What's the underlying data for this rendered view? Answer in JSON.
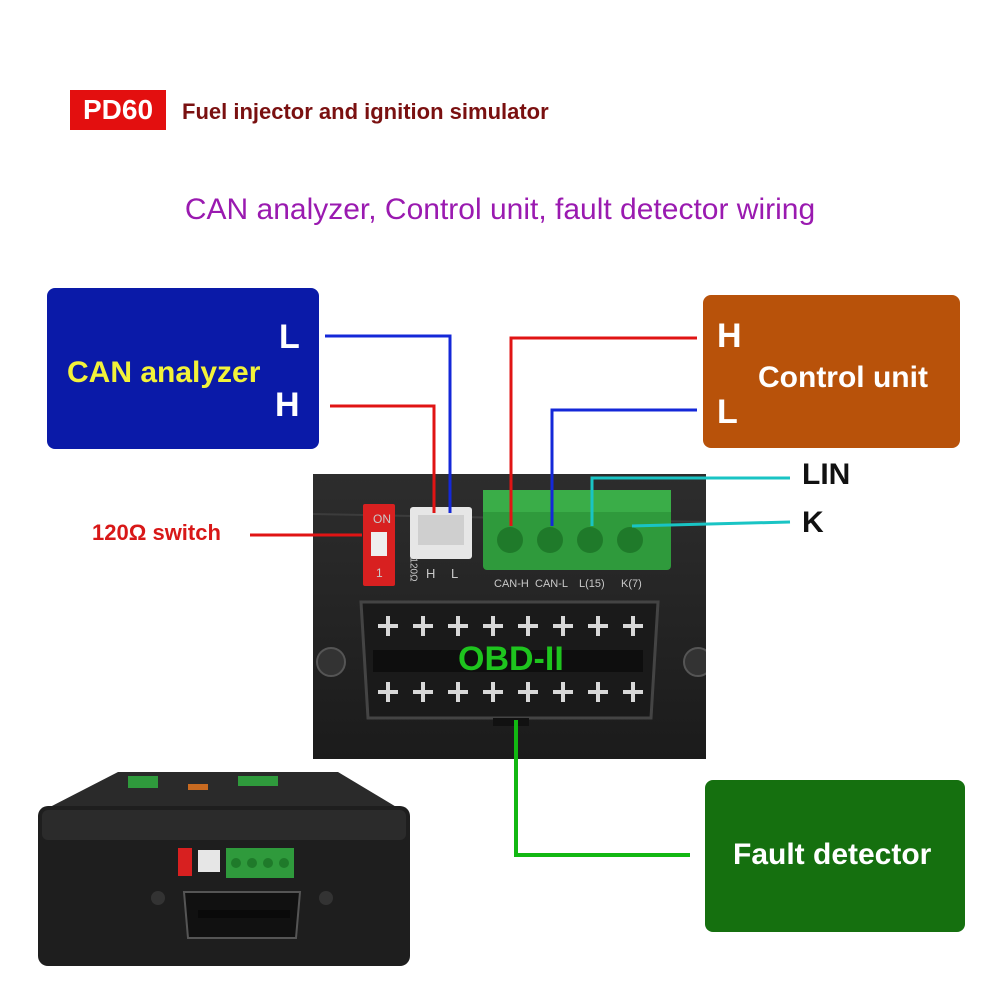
{
  "header": {
    "model_badge": "PD60",
    "subtitle": "Fuel injector and ignition simulator"
  },
  "heading": "CAN analyzer, Control unit, fault detector wiring",
  "can_analyzer": {
    "title": "CAN analyzer",
    "pin_top": "L",
    "pin_bottom": "H"
  },
  "control_unit": {
    "title": "Control unit",
    "pin_top": "H",
    "pin_bottom": "L"
  },
  "fault_detector": {
    "title": "Fault detector"
  },
  "side_labels": {
    "lin": "LIN",
    "k": "K",
    "switch": "120Ω switch"
  },
  "device": {
    "switch_on": "ON",
    "switch_one": "1",
    "switch_ohm": "120Ω",
    "jst_h": "H",
    "jst_l": "L",
    "terminal_labels": [
      "CAN-H",
      "CAN-L",
      "L(15)",
      "K(7)"
    ],
    "obd_label": "OBD-II"
  },
  "colors": {
    "badge": "#e30f0f",
    "can_box": "#0a1aa8",
    "control_box": "#b8520a",
    "fault_box": "#15700f",
    "wire_red": "#e01414",
    "wire_blue": "#1428d8",
    "wire_cyan": "#19c4c4",
    "wire_green": "#12b812",
    "terminal_green": "#2f9a3c"
  }
}
